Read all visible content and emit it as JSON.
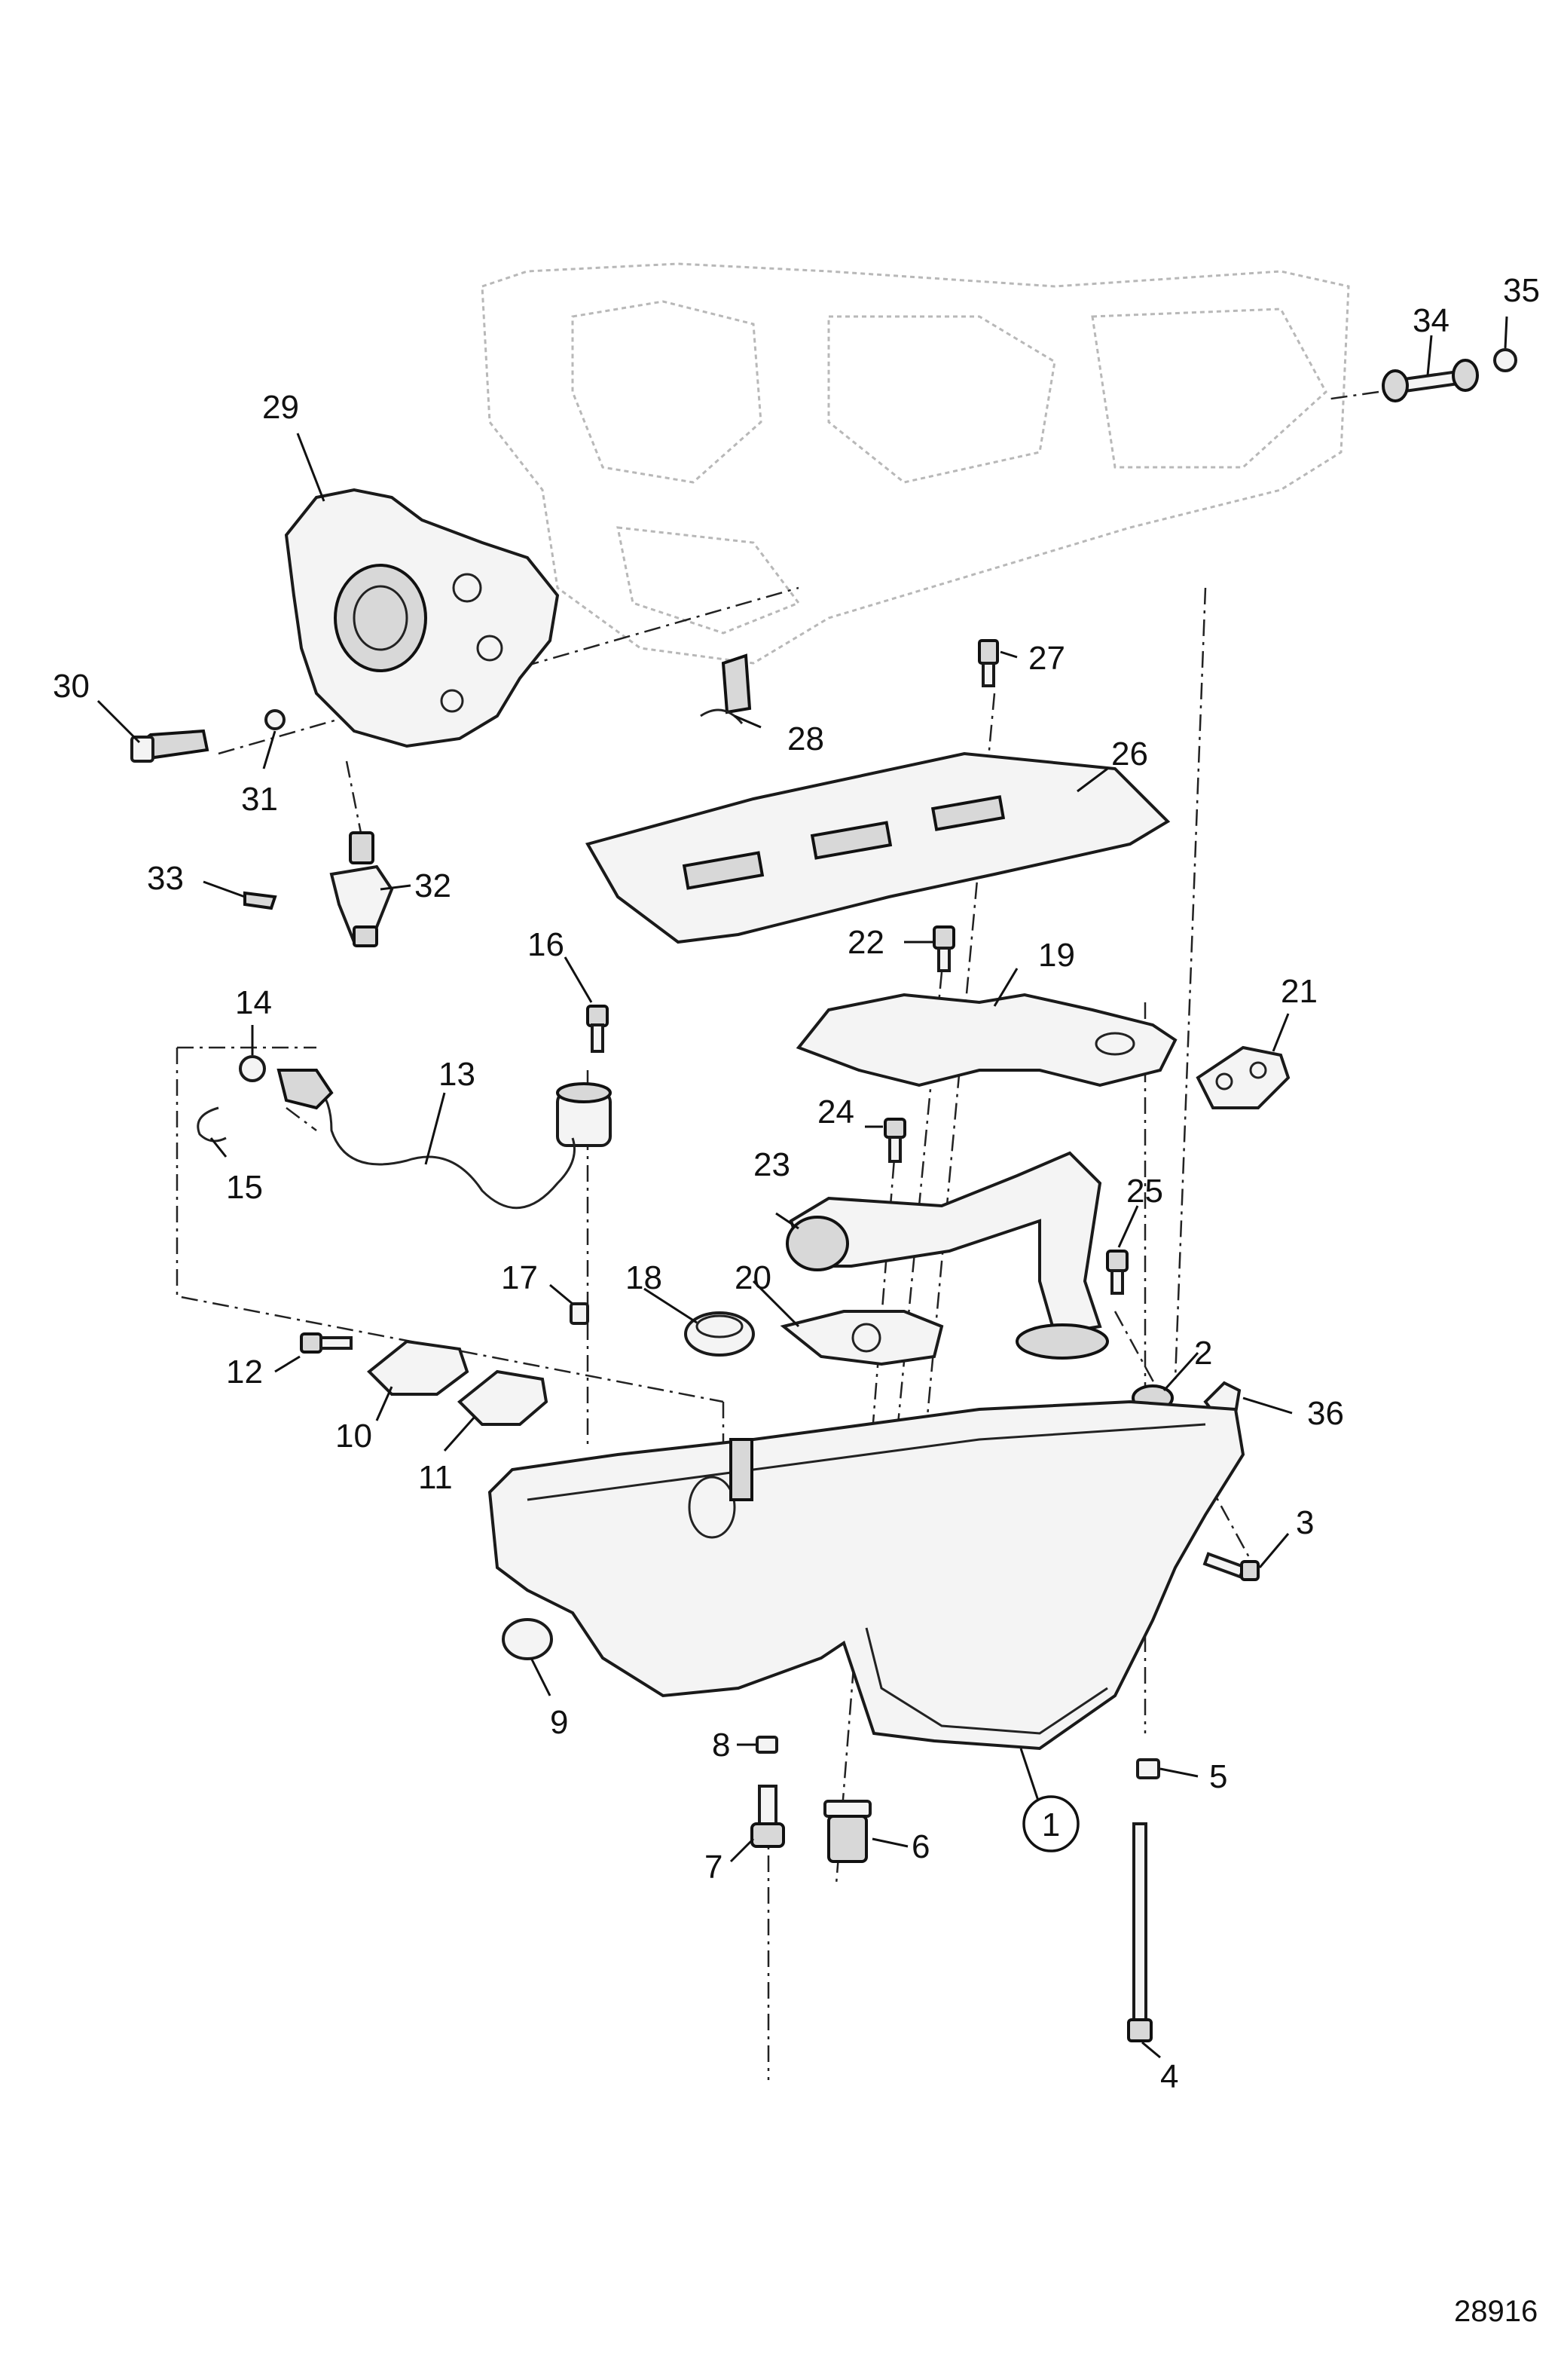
{
  "figure_id": "28916",
  "callouts": {
    "c1": "1",
    "c2": "2",
    "c3": "3",
    "c4": "4",
    "c5": "5",
    "c6": "6",
    "c7": "7",
    "c8": "8",
    "c9": "9",
    "c10": "10",
    "c11": "11",
    "c12": "12",
    "c13": "13",
    "c14": "14",
    "c15": "15",
    "c16": "16",
    "c17": "17",
    "c18": "18",
    "c19": "19",
    "c20": "20",
    "c21": "21",
    "c22": "22",
    "c23": "23",
    "c24": "24",
    "c25": "25",
    "c26": "26",
    "c27": "27",
    "c28": "28",
    "c29": "29",
    "c30": "30",
    "c31": "31",
    "c32": "32",
    "c33": "33",
    "c34": "34",
    "c35": "35",
    "c36": "36"
  }
}
